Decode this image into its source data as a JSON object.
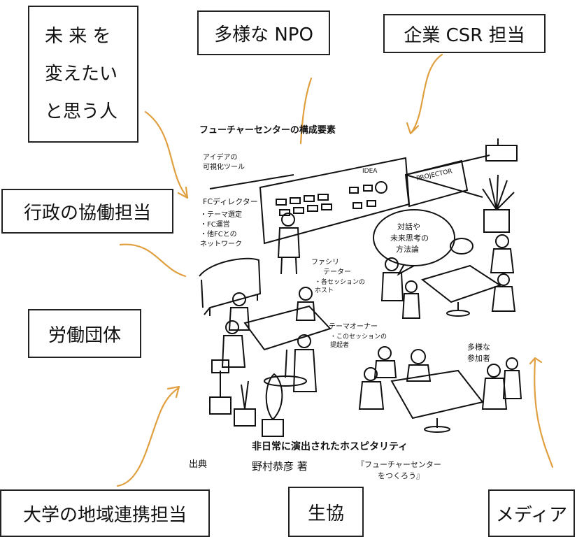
{
  "stakeholders": {
    "future_people": {
      "lines": [
        "未 来 を",
        "変えたい",
        "と思う人"
      ]
    },
    "npo": "多様な NPO",
    "csr": "企業 CSR 担当",
    "government": "行政の協働担当",
    "labor": "労働団体",
    "university": "大学の地域連携担当",
    "coop": "生協",
    "media": "メディア"
  },
  "illustration": {
    "title": "フューチャーセンターの構成要素",
    "idea_tools": [
      "アイデアの",
      "可視化ツール"
    ],
    "idea_label": "IDEA",
    "projector_label": "PROJECTOR",
    "fc_director": {
      "title": "FCディレクター",
      "items": [
        "・テーマ選定",
        "・FC運営",
        "・他FCとの",
        "  ネットワーク"
      ]
    },
    "dialogue_bubble": [
      "対話や",
      "未来思考の",
      "方法論"
    ],
    "facilitator": {
      "title": "ファシリ",
      "title2": "テーター",
      "items": [
        "・各セッションの",
        "  ホスト"
      ]
    },
    "theme_owner": {
      "title": "テーマオーナー",
      "items": [
        "・このセッションの",
        "  提起者"
      ]
    },
    "participants": [
      "多様な",
      "参加者"
    ],
    "caption": "非日常に演出されたホスピタリティ",
    "source_label": "出典",
    "source_author": "野村恭彦 著",
    "source_book": [
      "『フューチャーセンター",
      "をつくろう』"
    ]
  }
}
